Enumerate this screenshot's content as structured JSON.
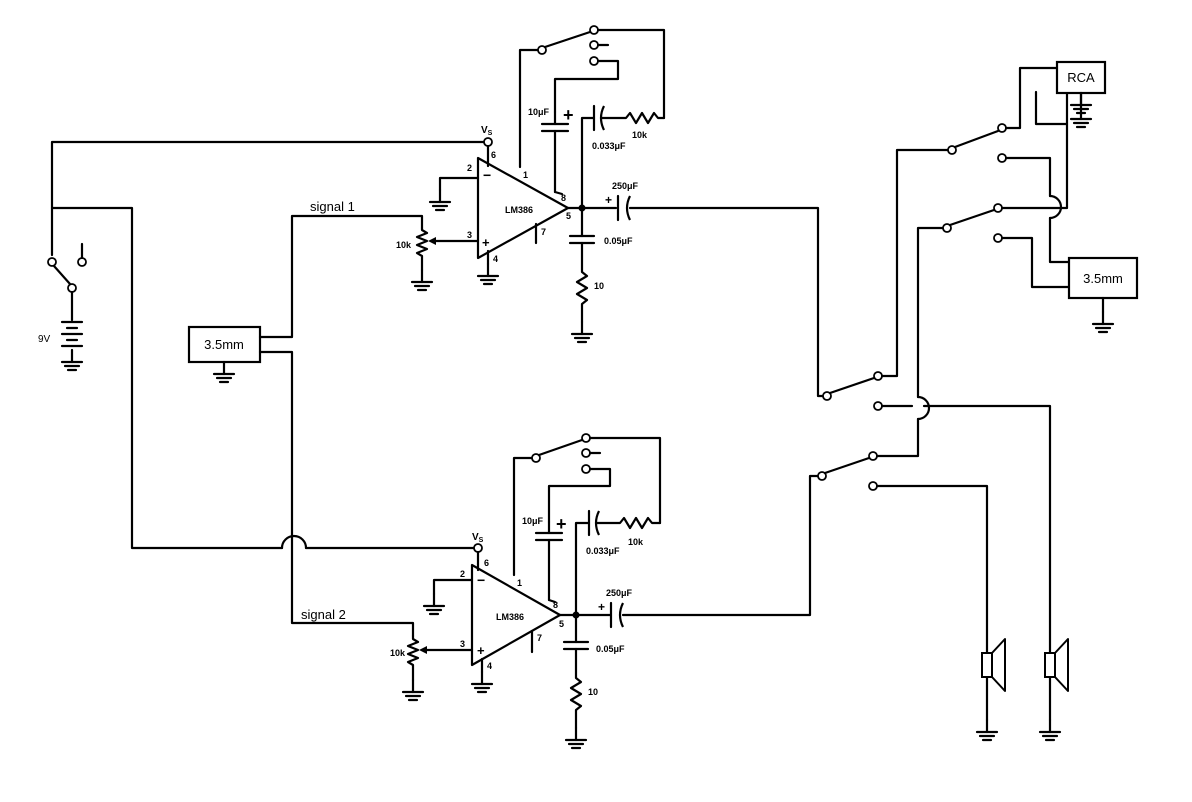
{
  "supply": {
    "battery_label": "9V"
  },
  "inputs": {
    "jack_label": "3.5mm",
    "signal_1": "signal 1",
    "signal_2": "signal 2"
  },
  "outputs": {
    "rca_label": "RCA",
    "jack_label": "3.5mm"
  },
  "amp1": {
    "chip": "LM386",
    "vs": "V",
    "vs_sub": "S",
    "pin_vs": "6",
    "pin_inv": "2",
    "pin_noninv": "3",
    "pin_gnd": "4",
    "pin_gain1": "1",
    "pin_gain8": "8",
    "pin_out": "5",
    "pin_byp": "7",
    "minus": "−",
    "plus": "+",
    "pot": "10k",
    "c_gain": "10μF",
    "c_fb": "0.033μF",
    "r_fb": "10k",
    "c_out": "250μF",
    "c_zob": "0.05μF",
    "r_zob": "10",
    "c_gain_plus": "+",
    "c_out_plus": "+"
  },
  "amp2": {
    "chip": "LM386",
    "vs": "V",
    "vs_sub": "S",
    "pin_vs": "6",
    "pin_inv": "2",
    "pin_noninv": "3",
    "pin_gnd": "4",
    "pin_gain1": "1",
    "pin_gain8": "8",
    "pin_out": "5",
    "pin_byp": "7",
    "minus": "−",
    "plus": "+",
    "pot": "10k",
    "c_gain": "10μF",
    "c_fb": "0.033μF",
    "r_fb": "10k",
    "c_out": "250μF",
    "c_zob": "0.05μF",
    "r_zob": "10",
    "c_gain_plus": "+",
    "c_out_plus": "+"
  }
}
